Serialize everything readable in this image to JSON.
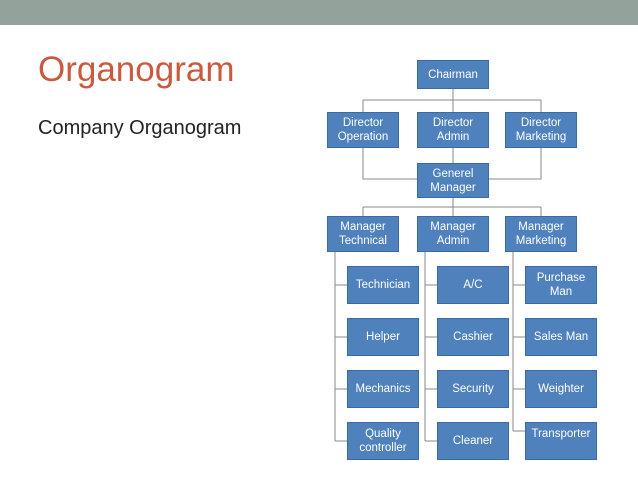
{
  "slide": {
    "title": "Organogram",
    "subtitle": "Company Organogram"
  },
  "org": {
    "chairman": "Chairman",
    "director_operation": "Director\nOperation",
    "director_admin": "Director\nAdmin",
    "director_marketing": "Director\nMarketing",
    "general_manager": "Generel\nManager",
    "manager_technical": "Manager\nTechnical",
    "manager_admin": "Manager\nAdmin",
    "manager_marketing": "Manager\nMarketing",
    "technical_staff": [
      "Technician",
      "Helper",
      "Mechanics",
      "Quality\ncontroller"
    ],
    "admin_staff": [
      "A/C",
      "Cashier",
      "Security",
      "Cleaner"
    ],
    "marketing_staff": [
      "Purchase\nMan",
      "Sales Man",
      "Weighter",
      "Transporter"
    ]
  },
  "colors": {
    "box_fill": "#4f81bd",
    "box_text": "#ffffff",
    "title": "#c95a3e",
    "top_band": "#93a29a"
  }
}
